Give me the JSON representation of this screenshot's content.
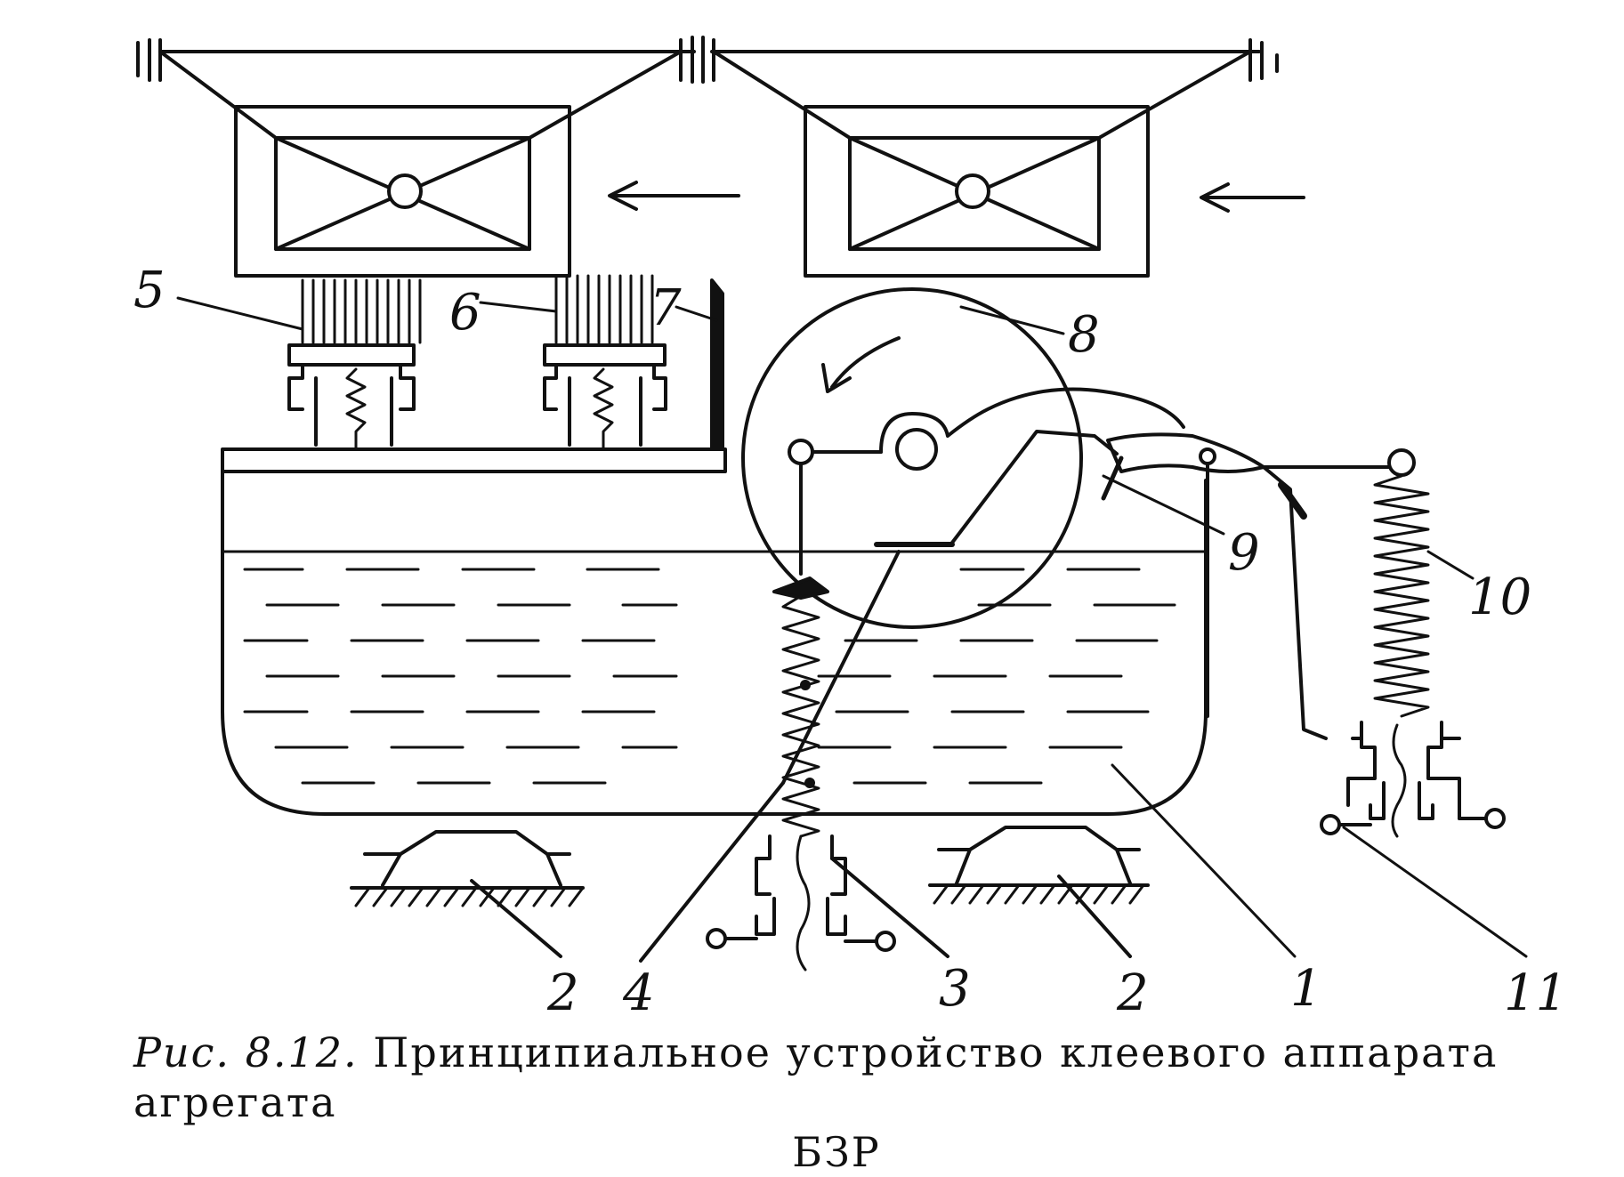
{
  "labels": {
    "l1": "1",
    "l2a": "2",
    "l2b": "2",
    "l3": "3",
    "l4": "4",
    "l5": "5",
    "l6": "6",
    "l7": "7",
    "l8": "8",
    "l9": "9",
    "l10": "10",
    "l11": "11"
  },
  "caption": {
    "figure": "Рис. 8.12.",
    "text_line1": "Принципиальное устройство клеевого аппарата агрегата",
    "text_line2": "БЗР"
  },
  "colors": {
    "ink": "#111111",
    "paper": "#ffffff"
  }
}
